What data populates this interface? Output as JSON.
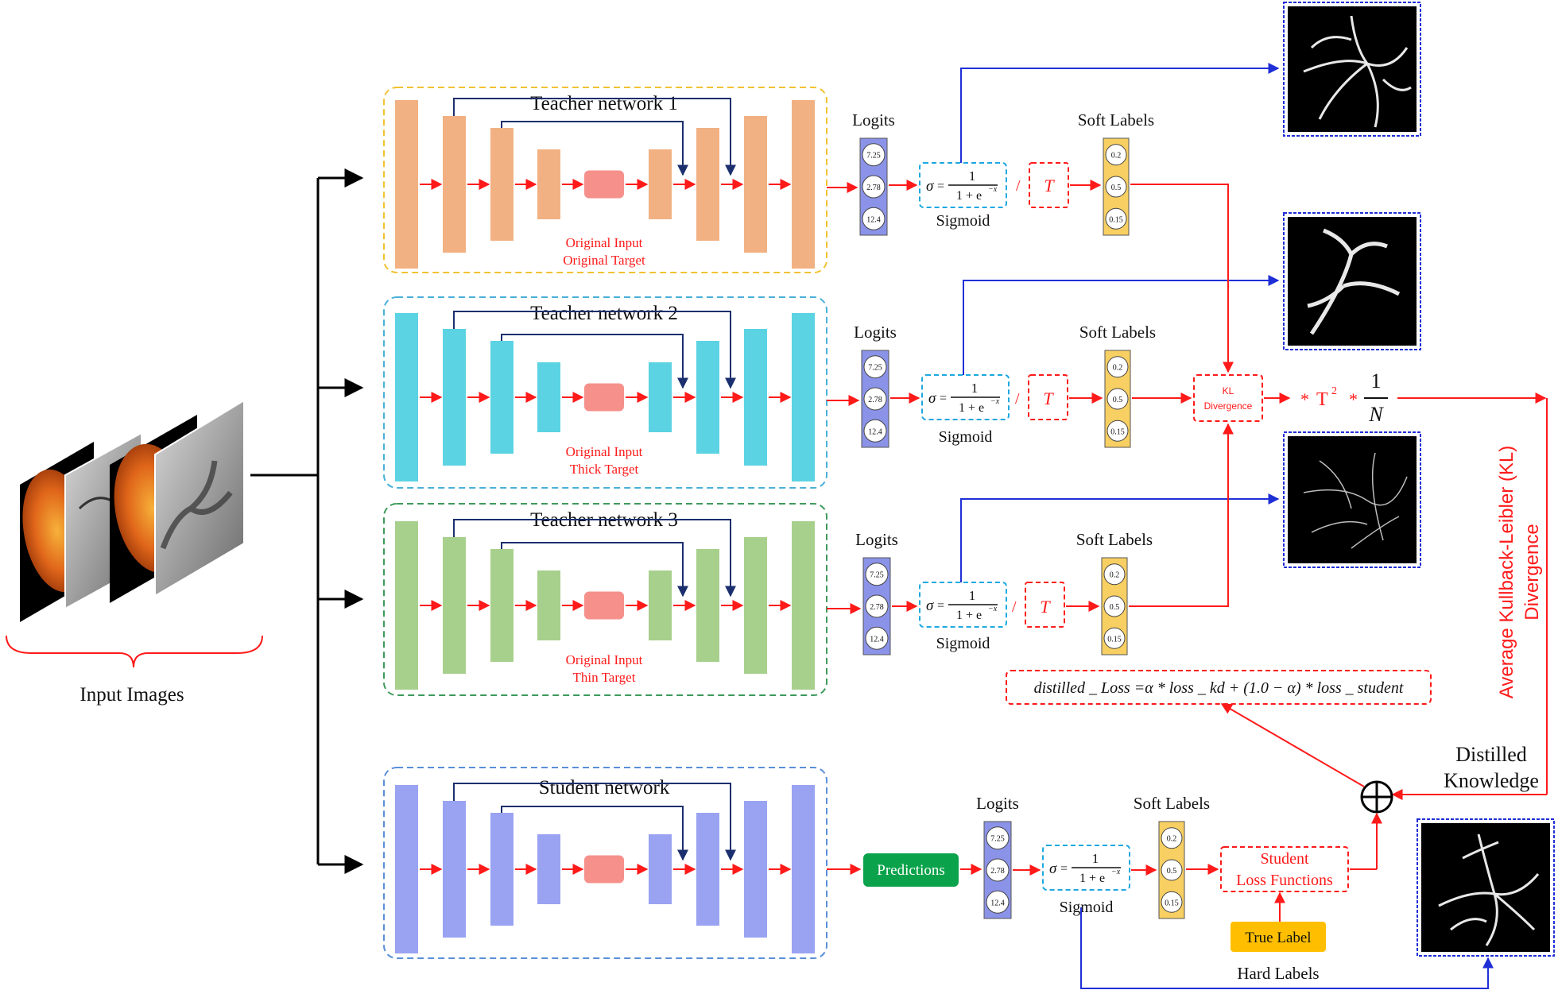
{
  "colors": {
    "teacher1": "#f2b183",
    "teacher1_border": "#f2c232",
    "teacher2": "#5bd3e3",
    "teacher2_border": "#4ab0d8",
    "teacher3": "#a8d08d",
    "teacher3_border": "#3e9a5c",
    "student": "#99a3f2",
    "student_border": "#5a8fd8",
    "bottleneck": "#f6908b",
    "logits": "#8b93e8",
    "soft_labels": "#f8cf62",
    "red": "#ff1a1a",
    "blue": "#1f2fd6",
    "navy": "#1b2f6e",
    "predictions": "#0aa34b",
    "true_label": "#ffbf00"
  },
  "input": {
    "label": "Input Images"
  },
  "networks": [
    {
      "id": "teacher1",
      "title": "Teacher network 1",
      "note1": "Original Input",
      "note2": "Original Target",
      "logits_label": "Logits",
      "logits": [
        "7.25",
        "2.78",
        "12.4"
      ],
      "sigmoid": "Sigmoid",
      "divide": "/",
      "T": "T",
      "soft_label_title": "Soft Labels",
      "soft_labels": [
        "0.2",
        "0.5",
        "0.15"
      ]
    },
    {
      "id": "teacher2",
      "title": "Teacher network 2",
      "note1": "Original Input",
      "note2": "Thick Target",
      "logits_label": "Logits",
      "logits": [
        "7.25",
        "2.78",
        "12.4"
      ],
      "sigmoid": "Sigmoid",
      "divide": "/",
      "T": "T",
      "soft_label_title": "Soft Labels",
      "soft_labels": [
        "0.2",
        "0.5",
        "0.15"
      ]
    },
    {
      "id": "teacher3",
      "title": "Teacher network 3",
      "note1": "Original Input",
      "note2": "Thin Target",
      "logits_label": "Logits",
      "logits": [
        "7.25",
        "2.78",
        "12.4"
      ],
      "sigmoid": "Sigmoid",
      "divide": "/",
      "T": "T",
      "soft_label_title": "Soft Labels",
      "soft_labels": [
        "0.2",
        "0.5",
        "0.15"
      ]
    },
    {
      "id": "student",
      "title": "Student  network",
      "logits_label": "Logits",
      "logits": [
        "7.25",
        "2.78",
        "12.4"
      ],
      "sigmoid": "Sigmoid",
      "soft_label_title": "Soft Labels",
      "soft_labels": [
        "0.2",
        "0.5",
        "0.15"
      ]
    }
  ],
  "sigmoid_formula": {
    "sigma": "σ",
    "eq": "=",
    "num": "1",
    "den_base": "1 + e",
    "den_exp": "−x"
  },
  "kl": {
    "line1": "KL",
    "line2": "Divergence"
  },
  "scale": {
    "mul1": "*",
    "t": "T",
    "t_exp": "2",
    "mul2": "*",
    "num": "1",
    "den": "N"
  },
  "average_kl": {
    "line1": "Average  Kullback-Leibler (KL)",
    "line2": "Divergence"
  },
  "distilled_loss": "distilled _ Loss =α * loss _ kd + (1.0 − α) * loss _ student",
  "distilled_knowledge": {
    "line1": "Distilled",
    "line2": "Knowledge"
  },
  "sum_symbol": "+",
  "predictions": "Predictions",
  "student_loss": {
    "line1": "Student",
    "line2": "Loss Functions"
  },
  "true_label": "True Label",
  "hard_labels": "Hard Labels"
}
